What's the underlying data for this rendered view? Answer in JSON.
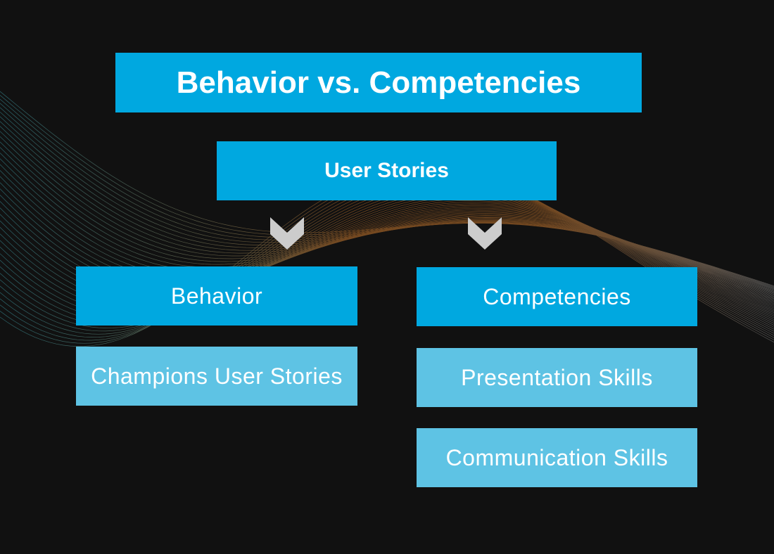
{
  "diagram": {
    "title": "Behavior vs. Competencies",
    "subtitle": "User Stories",
    "left_column": {
      "header": "Behavior",
      "items": [
        "Champions User Stories"
      ]
    },
    "right_column": {
      "header": "Competencies",
      "items": [
        "Presentation Skills",
        "Communication Skills"
      ]
    }
  },
  "icons": {
    "arrow_left": "chevron-down-icon",
    "arrow_right": "chevron-down-icon"
  },
  "colors": {
    "background": "#111111",
    "primary_box": "#00a8e0",
    "secondary_box": "#5ec3e4",
    "arrow": "#cccccc",
    "wave_teal": "#3fa9b5",
    "wave_orange": "#c8782e"
  }
}
